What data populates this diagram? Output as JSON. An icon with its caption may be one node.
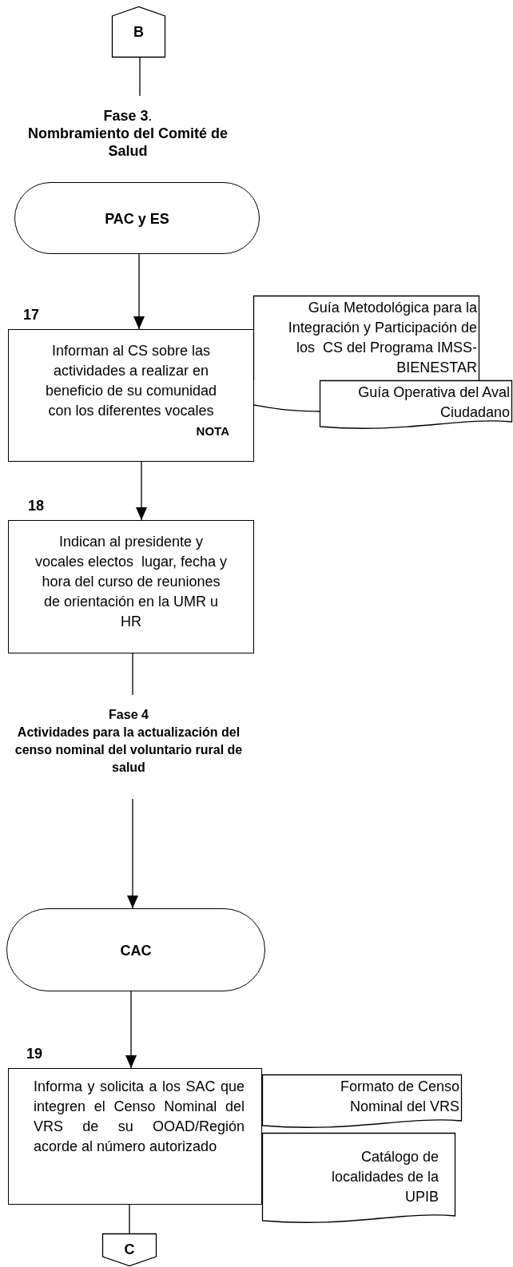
{
  "diagram": {
    "nodes": [
      {
        "text": [
          "B"
        ]
      },
      {
        "text": [
          "**Fase 3**.",
          "Nombramiento del Comité de Salud"
        ]
      },
      {
        "text": [
          "PAC y ES"
        ]
      },
      {
        "text": [
          "Informan al CS sobre las actividades a realizar en beneficio de su comunidad con los diferentes vocales",
          "NOTA"
        ],
        "beside": [
          "17"
        ]
      },
      {
        "text": [
          "Guía Metodológica para la Integración y Participación de los  CS del Programa IMSS-BIENESTAR"
        ]
      },
      {
        "text": [
          "Guía Operativa del Aval Ciudadano"
        ]
      },
      {
        "text": [
          "Indican al presidente y vocales electos  lugar, fecha y hora del curso de reuniones de orientación en la UMR u HR"
        ],
        "beside": [
          "18"
        ]
      },
      {
        "text": [
          "Fase 4",
          "Actividades para la actualización del censo nominal del voluntario rural de salud"
        ]
      },
      {
        "text": [
          "CAC"
        ]
      },
      {
        "text": [
          "Informa y solicita a los SAC que integren el Censo Nominal del VRS de su OOAD/Región acorde al número autorizado"
        ],
        "beside": [
          "19"
        ]
      },
      {
        "text": [
          "Formato de Censo Nominal del VRS"
        ]
      },
      {
        "text": [
          "Catálogo de localidades de la UPIB"
        ]
      },
      {
        "text": [
          "C"
        ]
      }
    ],
    "edges": [
      {
        "from": 0,
        "to": 1,
        "arrow": "none"
      },
      {
        "from": 2,
        "to": 3,
        "arrow": "to"
      },
      {
        "from": 3,
        "to": 5,
        "arrow": "none"
      },
      {
        "from": 3,
        "to": 6,
        "arrow": "to"
      },
      {
        "from": 6,
        "to": 7,
        "arrow": "none"
      },
      {
        "from": 7,
        "to": 8,
        "arrow": "to"
      },
      {
        "from": 8,
        "to": 9,
        "arrow": "to"
      },
      {
        "from": 9,
        "to": 12,
        "arrow": "none"
      }
    ]
  }
}
